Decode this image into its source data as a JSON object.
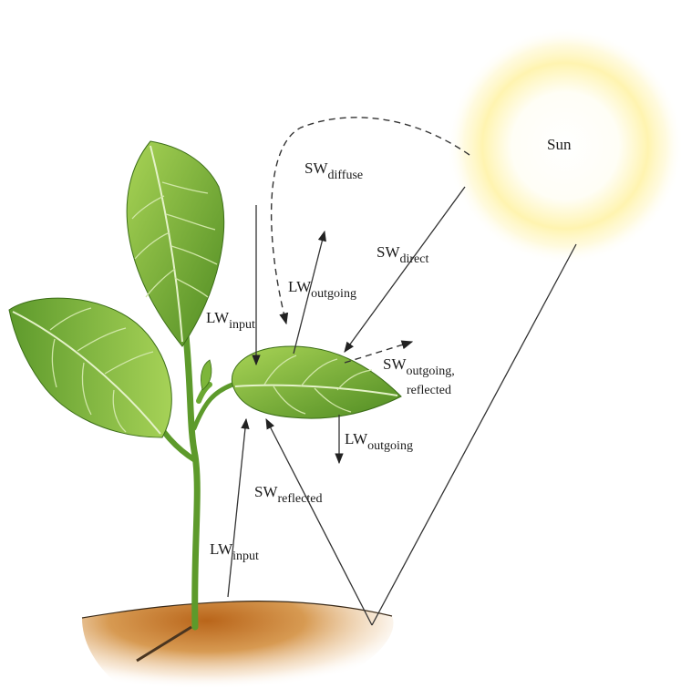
{
  "sun": {
    "label": "Sun"
  },
  "labels": {
    "sw_diffuse": {
      "main": "SW",
      "sub": "diffuse"
    },
    "sw_direct": {
      "main": "SW",
      "sub": "direct"
    },
    "lw_outgoing_upper": {
      "main": "LW",
      "sub": "outgoing"
    },
    "lw_input_upper": {
      "main": "LW",
      "sub": "input"
    },
    "sw_outgoing_reflected": {
      "main": "SW",
      "sub": "outgoing,",
      "sub2": "reflected"
    },
    "lw_outgoing_lower": {
      "main": "LW",
      "sub": "outgoing"
    },
    "sw_reflected": {
      "main": "SW",
      "sub": "reflected"
    },
    "lw_input_lower": {
      "main": "LW",
      "sub": "input"
    }
  },
  "colors": {
    "leaf_light": "#9ccc4a",
    "leaf_dark": "#4e8a22",
    "stem": "#5d9a2b",
    "soil": "#c9751f",
    "sun_core": "#fffdf0",
    "sun_glow": "#fff0a0"
  }
}
